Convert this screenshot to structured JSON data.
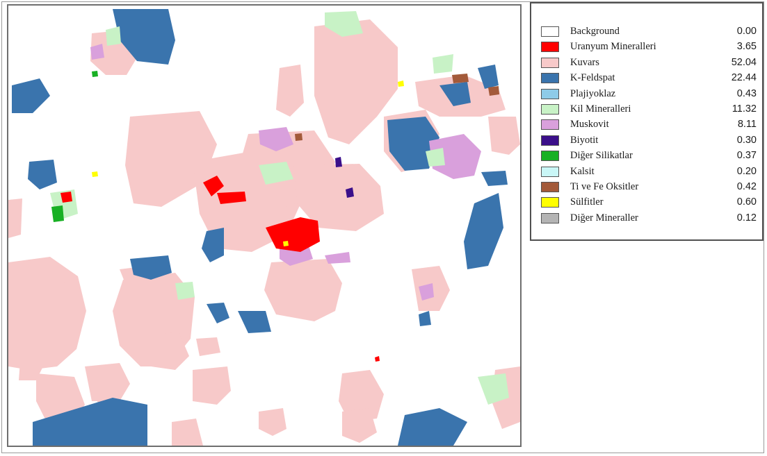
{
  "legend": {
    "items": [
      {
        "label": "Background",
        "value": "0.00",
        "color": "#ffffff"
      },
      {
        "label": "Uranyum Mineralleri",
        "value": "3.65",
        "color": "#ff0000"
      },
      {
        "label": "Kuvars",
        "value": "52.04",
        "color": "#f7c9c9"
      },
      {
        "label": "K-Feldspat",
        "value": "22.44",
        "color": "#3a74ad"
      },
      {
        "label": "Plajiyoklaz",
        "value": "0.43",
        "color": "#8ecbe8"
      },
      {
        "label": "Kil Mineralleri",
        "value": "11.32",
        "color": "#c8f2c6"
      },
      {
        "label": "Muskovit",
        "value": "8.11",
        "color": "#d9a0dc"
      },
      {
        "label": "Biyotit",
        "value": "0.30",
        "color": "#3b0f8a"
      },
      {
        "label": "Diğer Silikatlar",
        "value": "0.37",
        "color": "#18b024"
      },
      {
        "label": "Kalsit",
        "value": "0.20",
        "color": "#c9f6f6"
      },
      {
        "label": "Ti ve Fe Oksitler",
        "value": "0.42",
        "color": "#a35a3a"
      },
      {
        "label": "Sülfitler",
        "value": "0.60",
        "color": "#ffff00"
      },
      {
        "label": "Diğer Mineraller",
        "value": "0.12",
        "color": "#b4b4b4"
      }
    ]
  }
}
